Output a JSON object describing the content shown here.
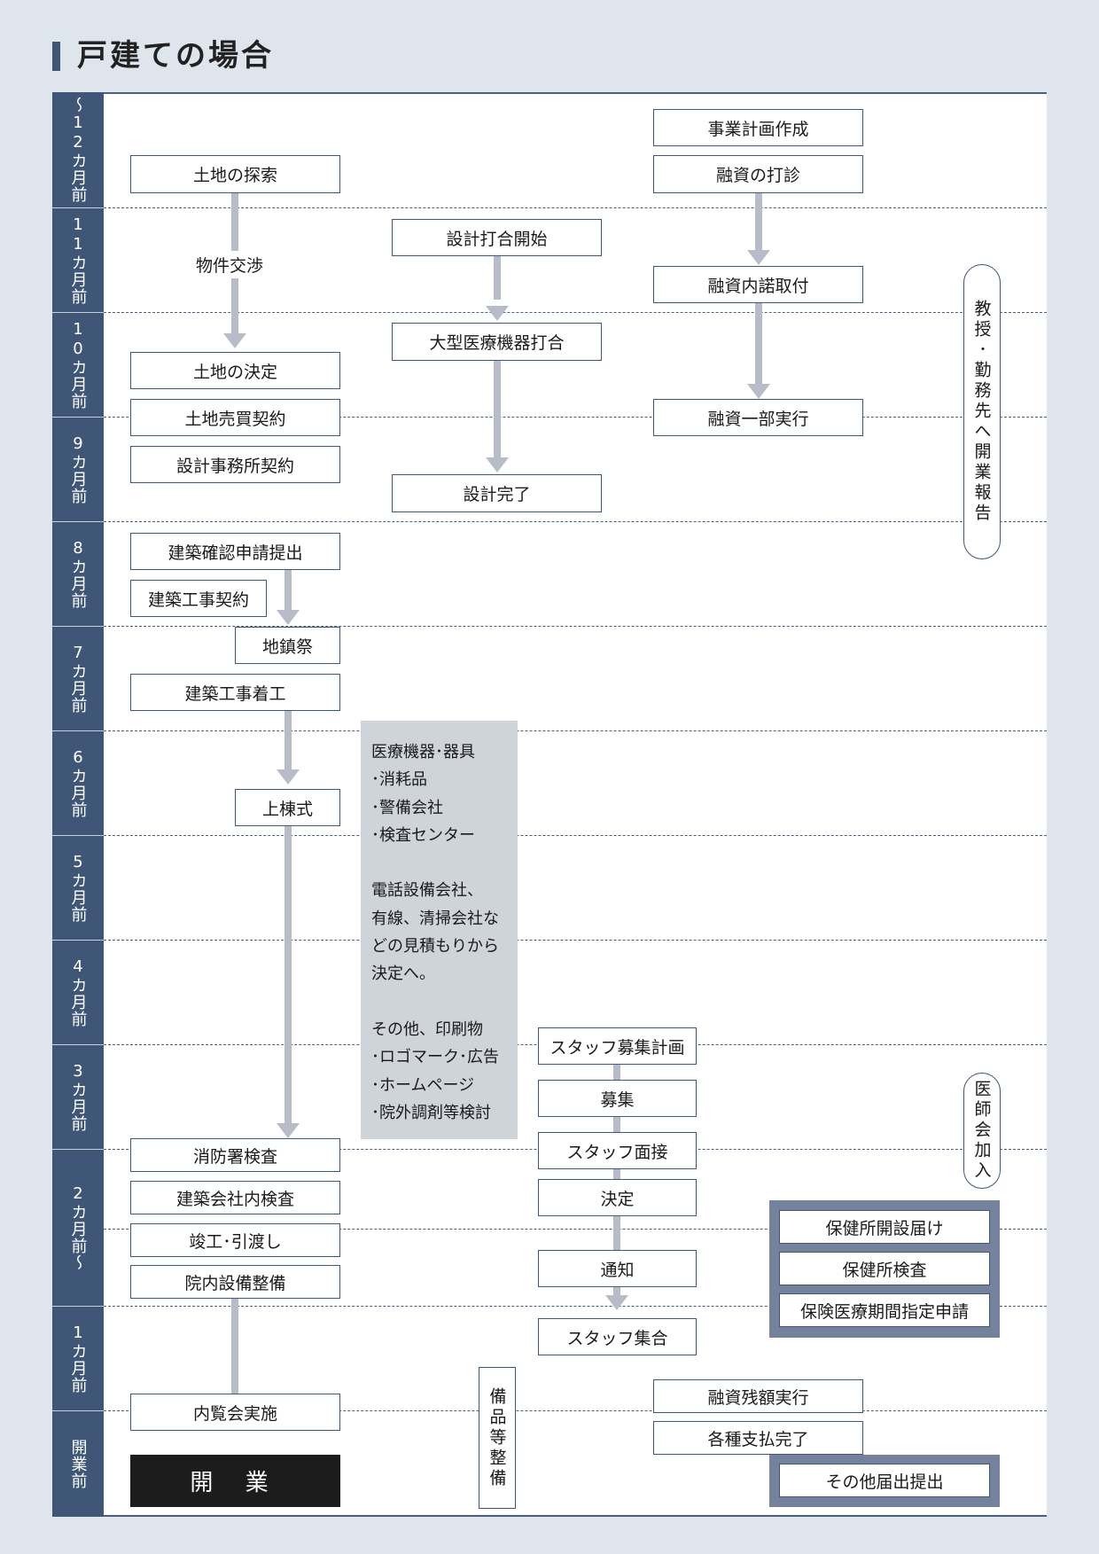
{
  "page_title": "戸建ての場合",
  "months": [
    "～12カ月前",
    "11カ月前",
    "10カ月前",
    "9カ月前",
    "8カ月前",
    "7カ月前",
    "6カ月前",
    "5カ月前",
    "4カ月前",
    "3カ月前",
    "2カ月前～",
    "1カ月前",
    "開業前"
  ],
  "boxes": {
    "land_search": "土地の探索",
    "negotiation": "物件交渉",
    "land_decision": "土地の決定",
    "land_contract": "土地売買契約",
    "design_office_contract": "設計事務所契約",
    "building_application": "建築確認申請提出",
    "construction_contract": "建築工事契約",
    "groundbreaking": "地鎮祭",
    "construction_start": "建築工事着工",
    "framework_ceremony": "上棟式",
    "fire_inspection": "消防署検査",
    "builder_inspection": "建築会社内検査",
    "completion": "竣工･引渡し",
    "facility_setup": "院内設備整備",
    "preview": "内覧会実施",
    "opening": "開 業",
    "design_start": "設計打合開始",
    "equipment_meeting": "大型医療機器打合",
    "design_complete": "設計完了",
    "business_plan": "事業計画作成",
    "loan_inquiry": "融資の打診",
    "loan_approval": "融資内諾取付",
    "loan_partial": "融資一部実行",
    "loan_remaining": "融資残額実行",
    "payments_complete": "各種支払完了",
    "staff_plan": "スタッフ募集計画",
    "recruitment": "募集",
    "interview": "スタッフ面接",
    "decision": "決定",
    "notification": "通知",
    "staff_gathering": "スタッフ集合",
    "health_center_notice": "保健所開設届け",
    "health_center_inspection": "保健所検査",
    "insurance_application": "保険医療期間指定申請",
    "other_notices": "その他届出提出",
    "supplies": "備品等整備",
    "report": "教授･勤務先へ開業報告",
    "medical_association": "医師会加入"
  },
  "memo": [
    "医療機器･器具",
    "･消耗品",
    "･警備会社",
    "･検査センター",
    "",
    "電話設備会社、",
    "有線、清掃会社な",
    "どの見積もりから",
    "決定へ。",
    "",
    "その他、印刷物",
    "･ロゴマーク･広告",
    "･ホームページ",
    "･院外調剤等検討"
  ]
}
